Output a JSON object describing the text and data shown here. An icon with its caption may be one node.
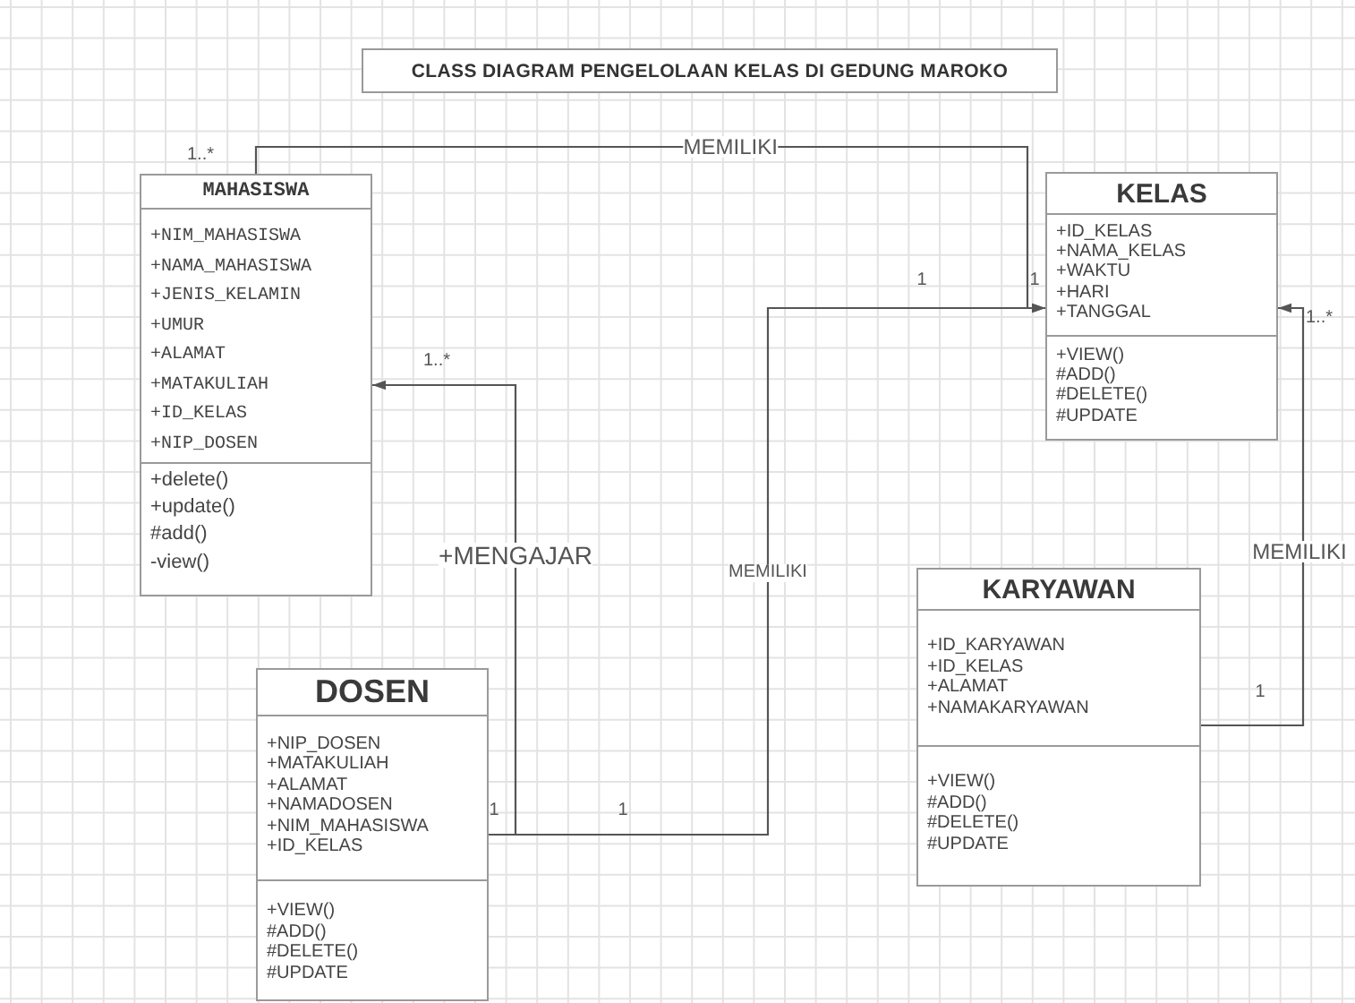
{
  "diagram": {
    "title": "CLASS DIAGRAM PENGELOLAAN KELAS DI GEDUNG MAROKO",
    "nodes": [
      {
        "text": [
          "MAHASISWA"
        ]
      },
      {
        "text": [
          "+NIM_MAHASISWA",
          "+NAMA_MAHASISWA",
          "+JENIS_KELAMIN",
          "+UMUR",
          "+ALAMAT",
          "+MATAKULIAH",
          "+ID_KELAS",
          "+NIP_DOSEN"
        ],
        "in": 0
      },
      {
        "text": [
          "+delete()",
          "+update()",
          "#add()",
          "-view()"
        ],
        "in": 0
      },
      {
        "text": [
          "KELAS"
        ]
      },
      {
        "text": [
          "+ID_KELAS",
          "+NAMA_KELAS",
          "+WAKTU",
          "+HARI",
          "+TANGGAL"
        ],
        "in": 3
      },
      {
        "text": [
          "+VIEW()",
          "#ADD()",
          "#DELETE()",
          "#UPDATE"
        ],
        "in": 3
      },
      {
        "text": [
          "KARYAWAN"
        ]
      },
      {
        "text": [
          "+ID_KARYAWAN",
          "+ID_KELAS",
          "+ALAMAT",
          "+NAMAKARYAWAN"
        ],
        "in": 6
      },
      {
        "text": [
          "+VIEW()",
          "#ADD()",
          "#DELETE()",
          "#UPDATE"
        ],
        "in": 6
      },
      {
        "text": [
          "DOSEN"
        ]
      },
      {
        "text": [
          "+NIP_DOSEN",
          "+MATAKULIAH",
          "+ALAMAT",
          "+NAMADOSEN",
          "+NIM_MAHASISWA",
          "+ID_KELAS"
        ],
        "in": 9
      },
      {
        "text": [
          "+VIEW()",
          "#ADD()",
          "#DELETE()",
          "#UPDATE"
        ],
        "in": 9
      }
    ],
    "edges": [
      {
        "from": 0,
        "to": 3,
        "arrow": "to",
        "label": "MEMILIKI"
      },
      {
        "from": 9,
        "to": 0,
        "arrow": "to",
        "label": "+MENGAJAR"
      },
      {
        "from": 9,
        "to": 3,
        "arrow": "to",
        "label": "MEMILIKI"
      },
      {
        "from": 6,
        "to": 3,
        "arrow": "to",
        "label": "MEMILIKI"
      }
    ],
    "labels": [
      "1..*",
      "1",
      "1",
      "1..*",
      "1..*",
      "1",
      "1",
      "1"
    ]
  }
}
